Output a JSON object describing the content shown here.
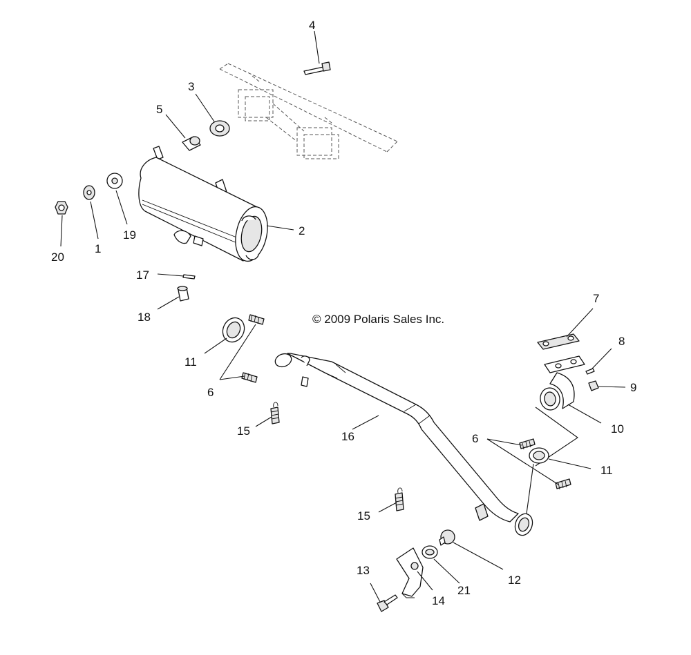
{
  "copyright": "© 2009 Polaris Sales Inc.",
  "callouts": {
    "c1": "1",
    "c2": "2",
    "c3": "3",
    "c4": "4",
    "c5": "5",
    "c6a": "6",
    "c6b": "6",
    "c7": "7",
    "c8": "8",
    "c9": "9",
    "c10": "10",
    "c11a": "11",
    "c11b": "11",
    "c12": "12",
    "c13": "13",
    "c14": "14",
    "c15a": "15",
    "c15b": "15",
    "c16": "16",
    "c17": "17",
    "c18": "18",
    "c19": "19",
    "c20": "20",
    "c21": "21"
  }
}
